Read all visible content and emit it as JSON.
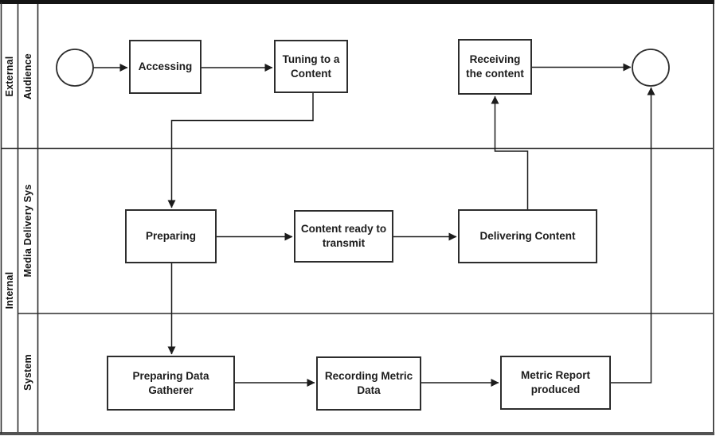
{
  "diagram": {
    "kind": "swimlane-flowchart",
    "lanes": {
      "outer": {
        "external": "External",
        "internal": "Internal"
      },
      "inner": {
        "audience": "Audience",
        "media_delivery_sys": "Media Delivery Sys",
        "system": "System"
      }
    },
    "nodes": {
      "accessing": "Accessing",
      "tuning": "Tuning to a\nContent",
      "receiving": "Receiving\nthe content",
      "preparing": "Preparing",
      "content_ready": "Content ready to\ntransmit",
      "delivering": "Delivering Content",
      "preparing_data": "Preparing Data\nGatherer",
      "recording": "Recording Metric\nData",
      "metric_report": "Metric Report\nproduced"
    },
    "events": {
      "start": "start-event-circle",
      "end": "end-event-circle"
    },
    "flow": [
      {
        "from": "start-event",
        "to": "Accessing"
      },
      {
        "from": "Accessing",
        "to": "Tuning to a Content"
      },
      {
        "from": "Tuning to a Content",
        "to": "Preparing"
      },
      {
        "from": "Preparing",
        "to": "Content ready to transmit"
      },
      {
        "from": "Content ready to transmit",
        "to": "Delivering Content"
      },
      {
        "from": "Delivering Content",
        "to": "Receiving the content"
      },
      {
        "from": "Receiving the content",
        "to": "end-event"
      },
      {
        "from": "Preparing",
        "to": "Preparing Data Gatherer"
      },
      {
        "from": "Preparing Data Gatherer",
        "to": "Recording Metric Data"
      },
      {
        "from": "Recording Metric Data",
        "to": "Metric Report produced"
      },
      {
        "from": "Metric Report produced",
        "to": "end-event"
      }
    ],
    "colors": {
      "line": "#2d2d2d",
      "text": "#1c1c1c",
      "box_fill": "#ffffff",
      "background": "#ffffff",
      "top_border": "#141414",
      "bottom_border": "#525252"
    }
  }
}
